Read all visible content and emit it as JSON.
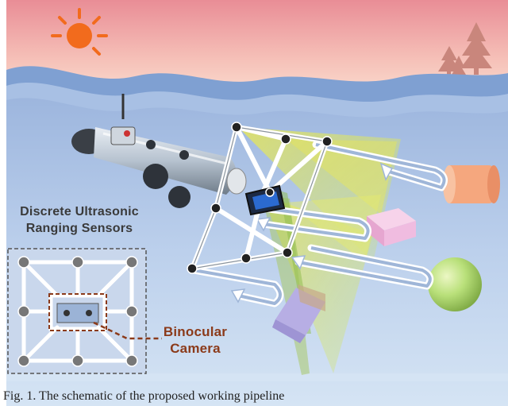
{
  "labels": {
    "sensors_line1": "Discrete Ultrasonic",
    "sensors_line2": "Ranging Sensors",
    "camera_line1": "Binocular",
    "camera_line2": "Camera"
  },
  "caption": "Fig. 1.   The schematic of the proposed working pipeline",
  "colors": {
    "sky_top": "#e98d96",
    "sky_bottom": "#fbe6d8",
    "sun": "#f26b1d",
    "tree": "#c9867c",
    "water_top": "#7fa0d2",
    "water_bottom": "#cfe0f2",
    "sensor_fov": "#f2ec3a",
    "camera_fov": "#a9c96a",
    "callout": "#8b3a1a",
    "frame": "#ffffff",
    "sensor_node": "#3b3b3b"
  },
  "objects": [
    "orange-cylinder",
    "pink-cube",
    "green-sphere",
    "purple-cube"
  ],
  "icons": [
    "sun-icon",
    "tree-icon",
    "return-arrow-icon"
  ]
}
